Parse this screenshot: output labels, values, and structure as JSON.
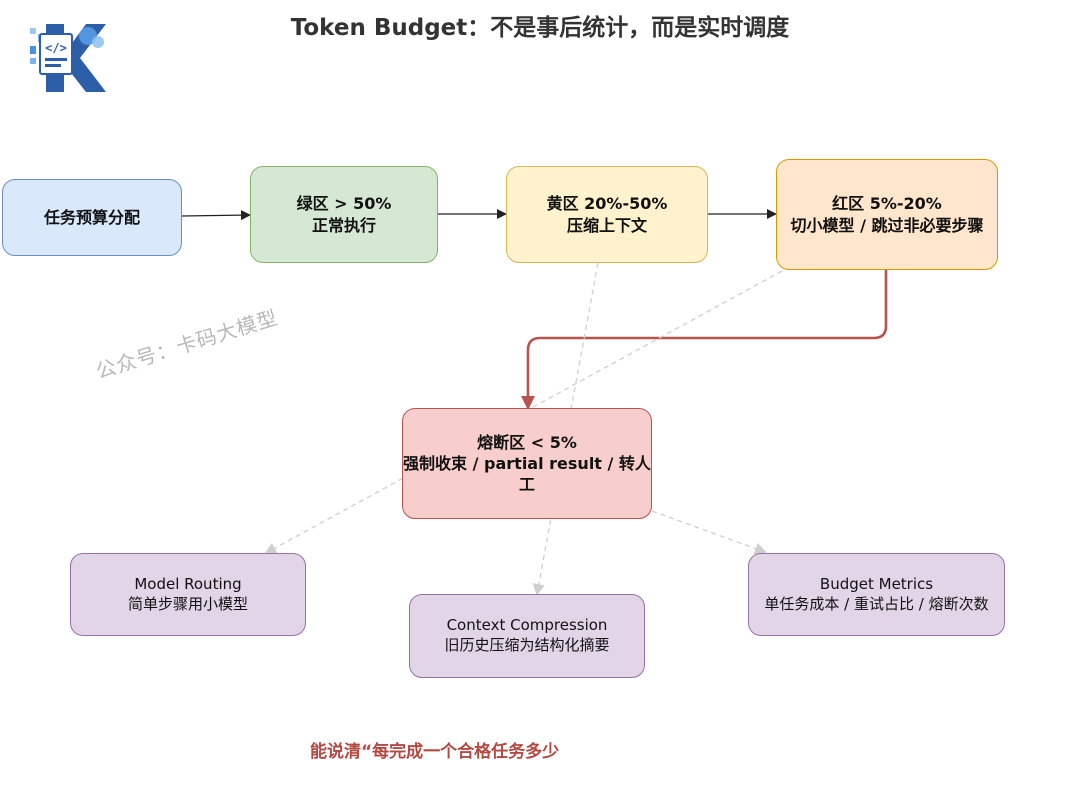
{
  "title": "Token Budget：不是事后统计，而是实时调度",
  "watermark": "公众号：卡码大模型",
  "footer": "能说清“每完成一个合格任务多少",
  "nodes": {
    "allocate": {
      "line1": "任务预算分配"
    },
    "green": {
      "line1": "绿区 > 50%",
      "line2": "正常执行"
    },
    "yellow": {
      "line1": "黄区 20%-50%",
      "line2": "压缩上下文"
    },
    "red_zone": {
      "line1": "红区 5%-20%",
      "line2": "切小模型 / 跳过非必要步骤"
    },
    "breaker": {
      "line1": "熔断区 < 5%",
      "line2": "强制收束 / partial result / 转人工"
    },
    "routing": {
      "line1": "Model Routing",
      "line2": "简单步骤用小模型"
    },
    "compression": {
      "line1": "Context Compression",
      "line2": "旧历史压缩为结构化摘要"
    },
    "metrics": {
      "line1": "Budget Metrics",
      "line2": "单任务成本 / 重试占比 / 熔断次数"
    }
  },
  "colors": {
    "blue_fill": "#dae8fc",
    "green_fill": "#d5e8d4",
    "yellow_fill": "#fff2cc",
    "orange_fill": "#ffe6cc",
    "red_fill": "#f8cecc",
    "purple_fill": "#e1d5e7",
    "red_arrow": "#b85450",
    "footer_text": "#b24a44"
  }
}
